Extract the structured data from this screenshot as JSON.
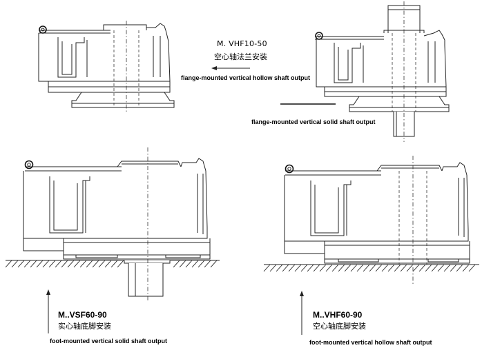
{
  "figures": [
    {
      "id": "vhf10-50",
      "model": "M. VHF10-50",
      "chinese": "空心轴法兰安装",
      "caption": "flange-mounted vertical hollow shaft output"
    },
    {
      "id": "vsf-flange",
      "caption": "flange-mounted vertical solid shaft output"
    },
    {
      "id": "vsf60-90",
      "model": "M..VSF60-90",
      "chinese": "实心轴底脚安装",
      "caption": "foot-mounted vertical solid shaft output"
    },
    {
      "id": "vhf60-90",
      "model": "M..VHF60-90",
      "chinese": "空心轴底脚安装",
      "caption": "foot-mounted vertical hollow shaft output"
    }
  ],
  "colors": {
    "line": "#222222",
    "background": "#ffffff"
  },
  "icons": [
    "eyebolt-icon",
    "arrow-left-icon",
    "arrow-up-icon",
    "ground-hatch-icon"
  ]
}
